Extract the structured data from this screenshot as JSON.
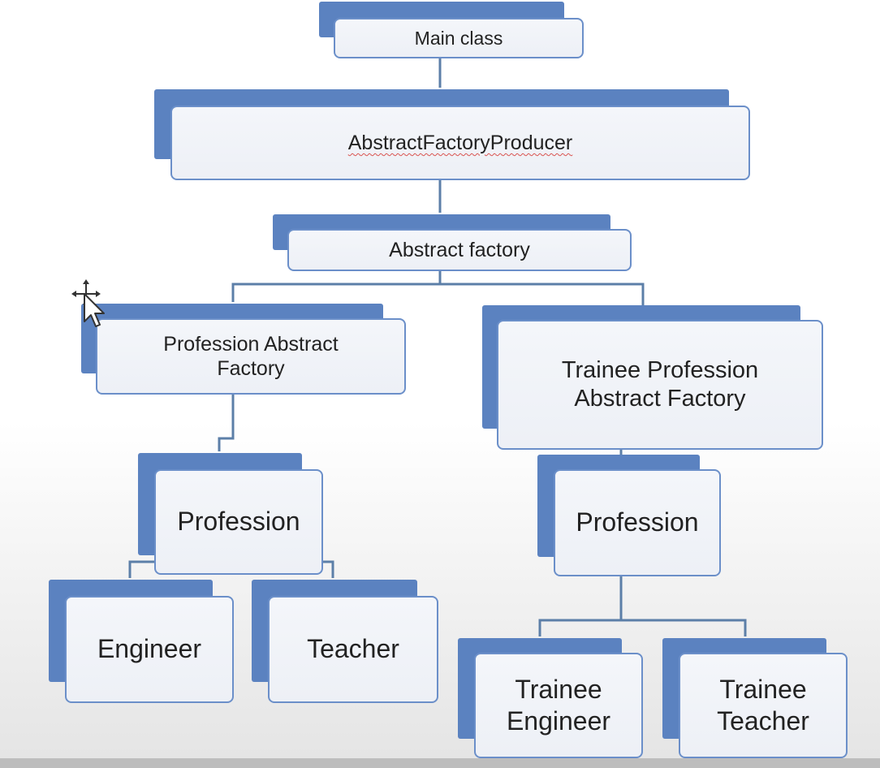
{
  "diagram": {
    "nodes": {
      "main": {
        "label": "Main class"
      },
      "producer": {
        "label": "AbstractFactoryProducer"
      },
      "abstract": {
        "label": "Abstract factory"
      },
      "prof_factory": {
        "label": "Profession Abstract\nFactory"
      },
      "trainee_factory": {
        "label": "Trainee Profession\nAbstract Factory"
      },
      "profession_left": {
        "label": "Profession"
      },
      "profession_right": {
        "label": "Profession"
      },
      "engineer": {
        "label": "Engineer"
      },
      "teacher": {
        "label": "Teacher"
      },
      "trainee_engineer": {
        "label": "Trainee\nEngineer"
      },
      "trainee_teacher": {
        "label": "Trainee\nTeacher"
      }
    },
    "colors": {
      "shadow": "#5b82c0",
      "border": "#6b8fc9",
      "card_fill": "#eef1f7",
      "connector": "#5c7fa8",
      "text": "#222222"
    }
  },
  "cursor": {
    "icon": "move-cursor-icon"
  }
}
